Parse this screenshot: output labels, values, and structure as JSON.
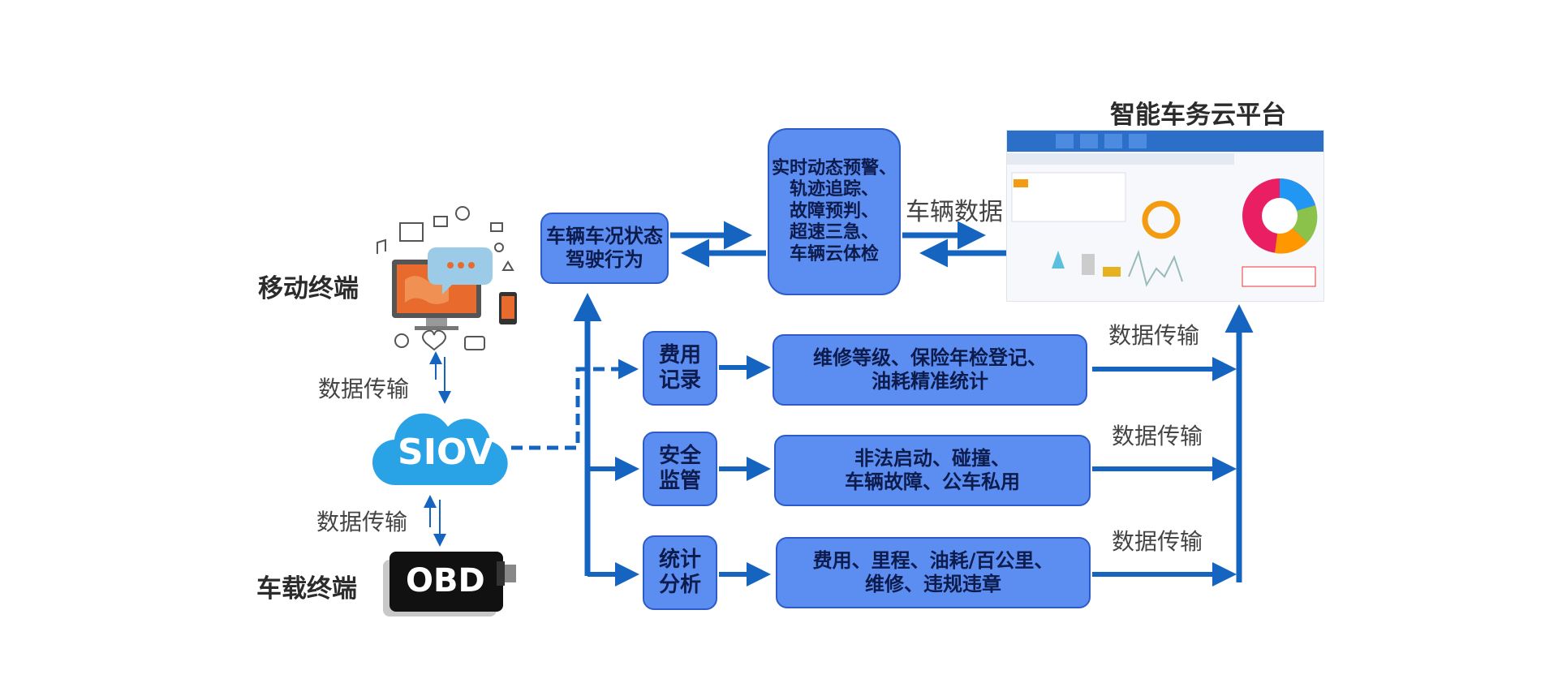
{
  "platform": {
    "title": "智能车务云平台"
  },
  "terminals": {
    "mobile": "移动终端",
    "vehicle": "车载终端"
  },
  "cloud": {
    "label": "SIOV"
  },
  "device": {
    "label": "OBD"
  },
  "edges": {
    "mobile_siov": "数据传输",
    "siov_obd": "数据传输",
    "vehicle_data": "车辆数据",
    "row1": "数据传输",
    "row2": "数据传输",
    "row3": "数据传输"
  },
  "nodes": {
    "status": "车辆车况状态\n驾驶行为",
    "features": "实时动态预警、\n轨迹追踪、\n故障预判、\n超速三急、\n车辆云体检",
    "cost_record": "费用\n记录",
    "cost_detail": "维修等级、保险年检登记、\n油耗精准统计",
    "security": "安全\n监管",
    "security_detail": "非法启动、碰撞、\n车辆故障、公车私用",
    "stats": "统计\n分析",
    "stats_detail": "费用、里程、油耗/百公里、\n维修、违规违章"
  },
  "colors": {
    "arrow": "#1565c0",
    "box_fill": "#5b8ef0",
    "box_border": "#2d5bc7",
    "cloud": "#2aa3e6"
  }
}
